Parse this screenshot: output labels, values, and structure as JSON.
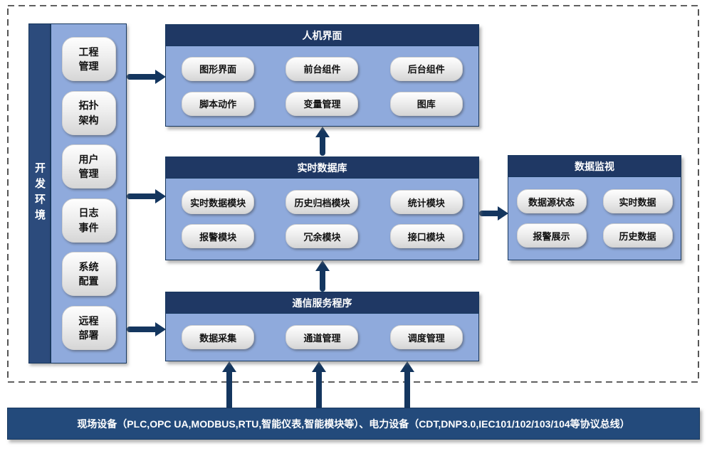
{
  "colors": {
    "header_navy": "#1f3864",
    "panel_light_blue": "#8faadc",
    "arrow_navy": "#14365f",
    "bus_navy": "#234a7b",
    "pill_gray": "#e3e3e3"
  },
  "env": {
    "label": "开发环境",
    "items": [
      "工程\n管理",
      "拓扑\n架构",
      "用户\n管理",
      "日志\n事件",
      "系统\n配置",
      "远程\n部署"
    ]
  },
  "panels": {
    "hmi": {
      "title": "人机界面",
      "items": [
        "图形界面",
        "前台组件",
        "后台组件",
        "脚本动作",
        "变量管理",
        "图库"
      ]
    },
    "rtdb": {
      "title": "实时数据库",
      "items": [
        "实时数据模块",
        "历史归档模块",
        "统计模块",
        "报警模块",
        "冗余模块",
        "接口模块"
      ]
    },
    "comm": {
      "title": "通信服务程序",
      "items": [
        "数据采集",
        "通道管理",
        "调度管理"
      ]
    },
    "monitor": {
      "title": "数据监视",
      "items": [
        "数据源状态",
        "实时数据",
        "报警展示",
        "历史数据"
      ]
    }
  },
  "bus": {
    "label": "现场设备（PLC,OPC UA,MODBUS,RTU,智能仪表,智能模块等）、电力设备（CDT,DNP3.0,IEC101/102/103/104等协议总线）"
  }
}
